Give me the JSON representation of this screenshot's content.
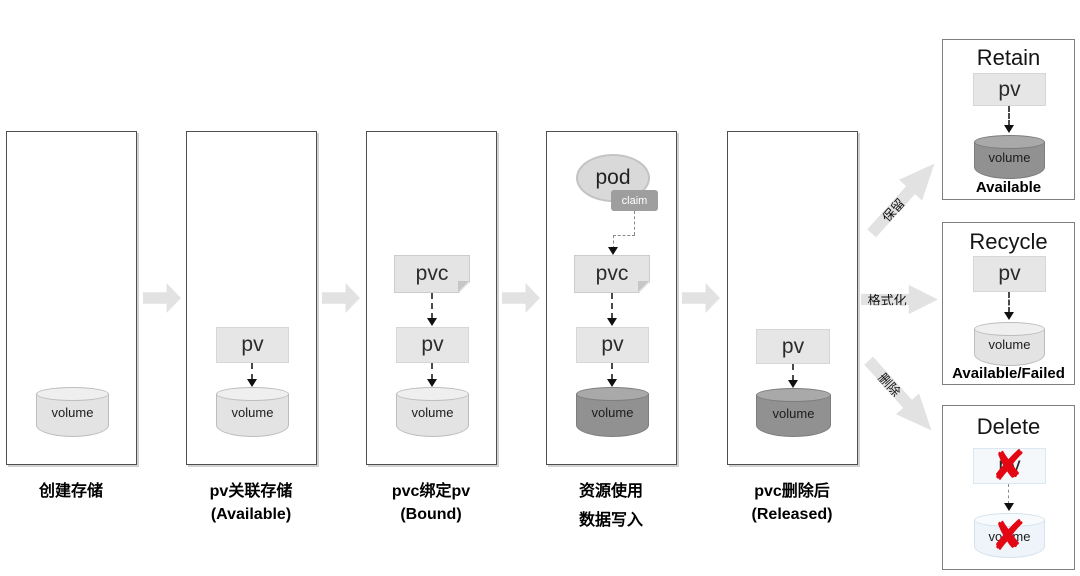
{
  "stages": [
    {
      "label1": "创建存储",
      "label2": ""
    },
    {
      "label1": "pv关联存储",
      "label2": "(Available)"
    },
    {
      "label1": "pvc绑定pv",
      "label2": "(Bound)"
    },
    {
      "label1": "资源使用",
      "label2": "数据写入"
    },
    {
      "label1": "pvc删除后",
      "label2": "(Released)"
    }
  ],
  "nodes": {
    "pv": "pv",
    "pvc": "pvc",
    "pod": "pod",
    "claim": "claim",
    "volume": "volume"
  },
  "transitions": {
    "retain": "保留",
    "recycle": "格式化",
    "delete": "删除"
  },
  "outcomes": [
    {
      "title": "Retain",
      "status": "Available"
    },
    {
      "title": "Recycle",
      "status": "Available/Failed"
    },
    {
      "title": "Delete",
      "status": ""
    }
  ],
  "marks": {
    "deleted": "✘"
  },
  "colors": {
    "volume_dark": "#919191",
    "volume_light": "#e3e3e3",
    "node_gray": "#e6e6e6",
    "arrow_gray": "#e2e2e2",
    "delete_x": "#e30613",
    "panel_border": "#4f4f4f"
  }
}
